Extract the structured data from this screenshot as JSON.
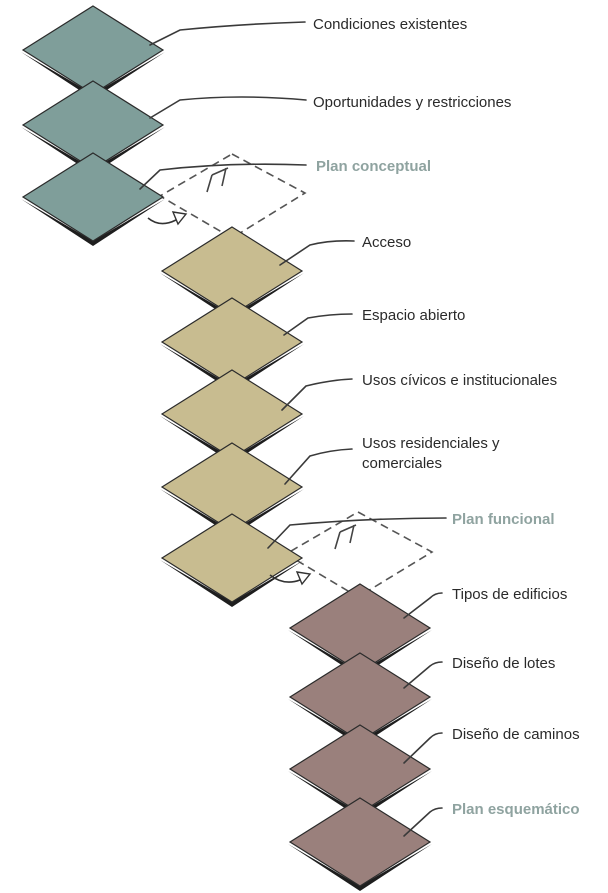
{
  "colors": {
    "existing": "#7f9e9a",
    "conceptual": "#c8bc90",
    "functional": "#9a807c",
    "stage_label": "#8fa3a0",
    "label": "#2a2a2a"
  },
  "groups": [
    {
      "id": "existing",
      "color_key": "existing",
      "layers": [
        {
          "label": "Condiciones existentes"
        },
        {
          "label": "Oportunidades y restricciones"
        },
        {
          "label": ""
        }
      ]
    },
    {
      "id": "conceptual",
      "color_key": "conceptual",
      "layers": [
        {
          "label": "Acceso"
        },
        {
          "label": "Espacio abierto"
        },
        {
          "label": "Usos cívicos e institucionales"
        },
        {
          "label": "Usos residenciales y",
          "label2": "comerciales"
        },
        {
          "label": ""
        }
      ]
    },
    {
      "id": "functional",
      "color_key": "functional",
      "layers": [
        {
          "label": "Tipos de edificios"
        },
        {
          "label": "Diseño de lotes"
        },
        {
          "label": "Diseño de caminos"
        },
        {
          "label": ""
        }
      ]
    }
  ],
  "stages": [
    {
      "id": "plan-conceptual",
      "label": "Plan conceptual"
    },
    {
      "id": "plan-funcional",
      "label": "Plan funcional"
    },
    {
      "id": "plan-esquematico",
      "label": "Plan esquemático"
    }
  ]
}
